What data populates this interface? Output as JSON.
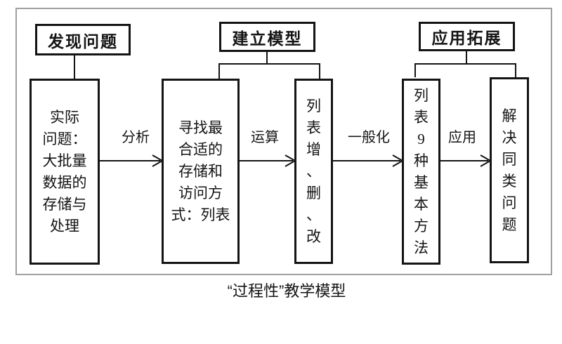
{
  "stage_labels": [
    {
      "label": "发现问题"
    },
    {
      "label": "建立模型"
    },
    {
      "label": "应用拓展"
    }
  ],
  "flow_boxes": [
    {
      "lines": [
        "实际",
        "问题：",
        "大批量",
        "数据的",
        "存储与",
        "处理"
      ]
    },
    {
      "lines": [
        "寻找最",
        "合适的",
        "存储和",
        "访问方",
        "式：列表"
      ]
    },
    {
      "text": "列表增、删、改"
    },
    {
      "text": "列表9种基本方法"
    },
    {
      "text": "解决同类问题"
    }
  ],
  "arrow_labels": [
    {
      "label": "分析"
    },
    {
      "label": "运算"
    },
    {
      "label": "一般化"
    },
    {
      "label": "应用"
    }
  ],
  "caption": "“过程性”教学模型",
  "colors": {
    "line": "#141414",
    "frame_border": "#a0a0a0",
    "background": "#ffffff"
  }
}
